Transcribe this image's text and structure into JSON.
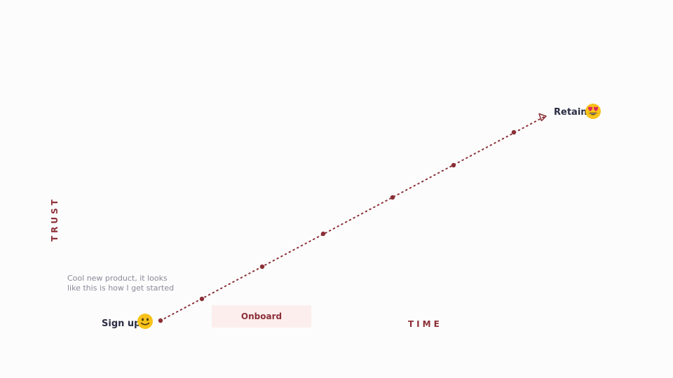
{
  "axes": {
    "y_label": "TRUST",
    "x_label": "TIME"
  },
  "milestones": {
    "start": {
      "label": "Sign up",
      "emoji": "slightly-smiling-face-icon"
    },
    "end": {
      "label": "Retain",
      "emoji": "heart-eyes-face-icon"
    }
  },
  "stage": {
    "label": "Onboard"
  },
  "quote": {
    "text": "Cool new product, it looks\nlike this is how I get started"
  },
  "colors": {
    "accent": "#8b2f37",
    "milestone_text": "#2a2d44",
    "quote_text": "#8a8a9a",
    "stage_bg": "#fdeeee",
    "emoji_yellow": "#f7c21a",
    "heart_red": "#e0245e"
  }
}
